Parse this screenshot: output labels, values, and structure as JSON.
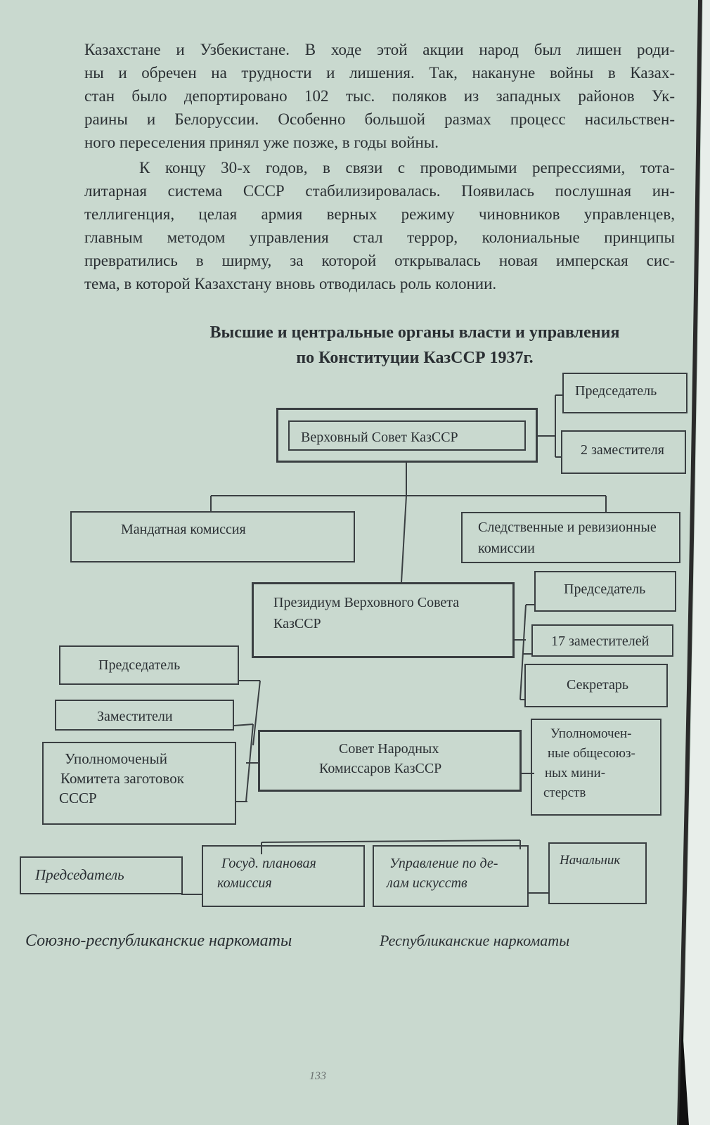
{
  "body_text": {
    "para1": [
      "Казахстане и Узбекистане. В ходе этой акции народ был лишен роди-",
      "ны и обречен на трудности и лишения. Так, накануне войны в Казах-",
      "стан было депортировано 102 тыс. поляков из западных районов Ук-",
      "раины и Белоруссии. Особенно большой размах процесс насильствен-",
      "ного переселения принял уже позже, в годы войны."
    ],
    "para2": [
      "К концу 30-х годов, в связи с проводимыми репрессиями, тота-",
      "литарная система СССР стабилизировалась. Появилась послушная ин-",
      "теллигенция, целая армия верных режиму чиновников управленцев,",
      "главным методом управления стал террор, колониальные принципы",
      "превратились в ширму, за которой открывалась новая имперская сис-",
      "тема, в которой Казахстану вновь отводилась роль колонии."
    ]
  },
  "diagram": {
    "title_line1": "Высшие и центральные органы власти и управления",
    "title_line2": "по Конституции КазССР 1937г.",
    "supreme_council": "Верховный Совет КазССР",
    "sc_chairman": "Председатель",
    "sc_deputies": "2 заместителя",
    "mandate_commission": "Мандатная комиссия",
    "investigative_line1": "Следственные и ревизионные",
    "investigative_line2": "комиссии",
    "presidium_line1": "Президиум Верховного Совета",
    "presidium_line2": "КазССР",
    "pres_chairman": "Председатель",
    "pres_deputies": "17 заместителей",
    "pres_secretary": "Секретарь",
    "snk_chairman": "Председатель",
    "snk_deputies": "Заместители",
    "commissioner_line1": "Уполномоченый",
    "commissioner_line2": "Комитета заготовок",
    "commissioner_line3": "СССР",
    "snk_line1": "Совет Народных",
    "snk_line2": "Комиссаров КазССР",
    "union_reps_line1": "Уполномочен-",
    "union_reps_line2": "ные общесоюз-",
    "union_reps_line3": "ных мини-",
    "union_reps_line4": "стерств",
    "plan_chairman": "Председатель",
    "state_plan_line1": "Госуд. плановая",
    "state_plan_line2": "комиссия",
    "arts_line1": "Управление по де-",
    "arts_line2": "лам искусств",
    "arts_head": "Начальник",
    "union_republic_commissariats": "Союзно-республиканские наркоматы",
    "republic_commissariats": "Республиканские наркоматы"
  },
  "page_number": "133",
  "colors": {
    "paper": "#c9d9cf",
    "ink": "#2a2f33"
  }
}
